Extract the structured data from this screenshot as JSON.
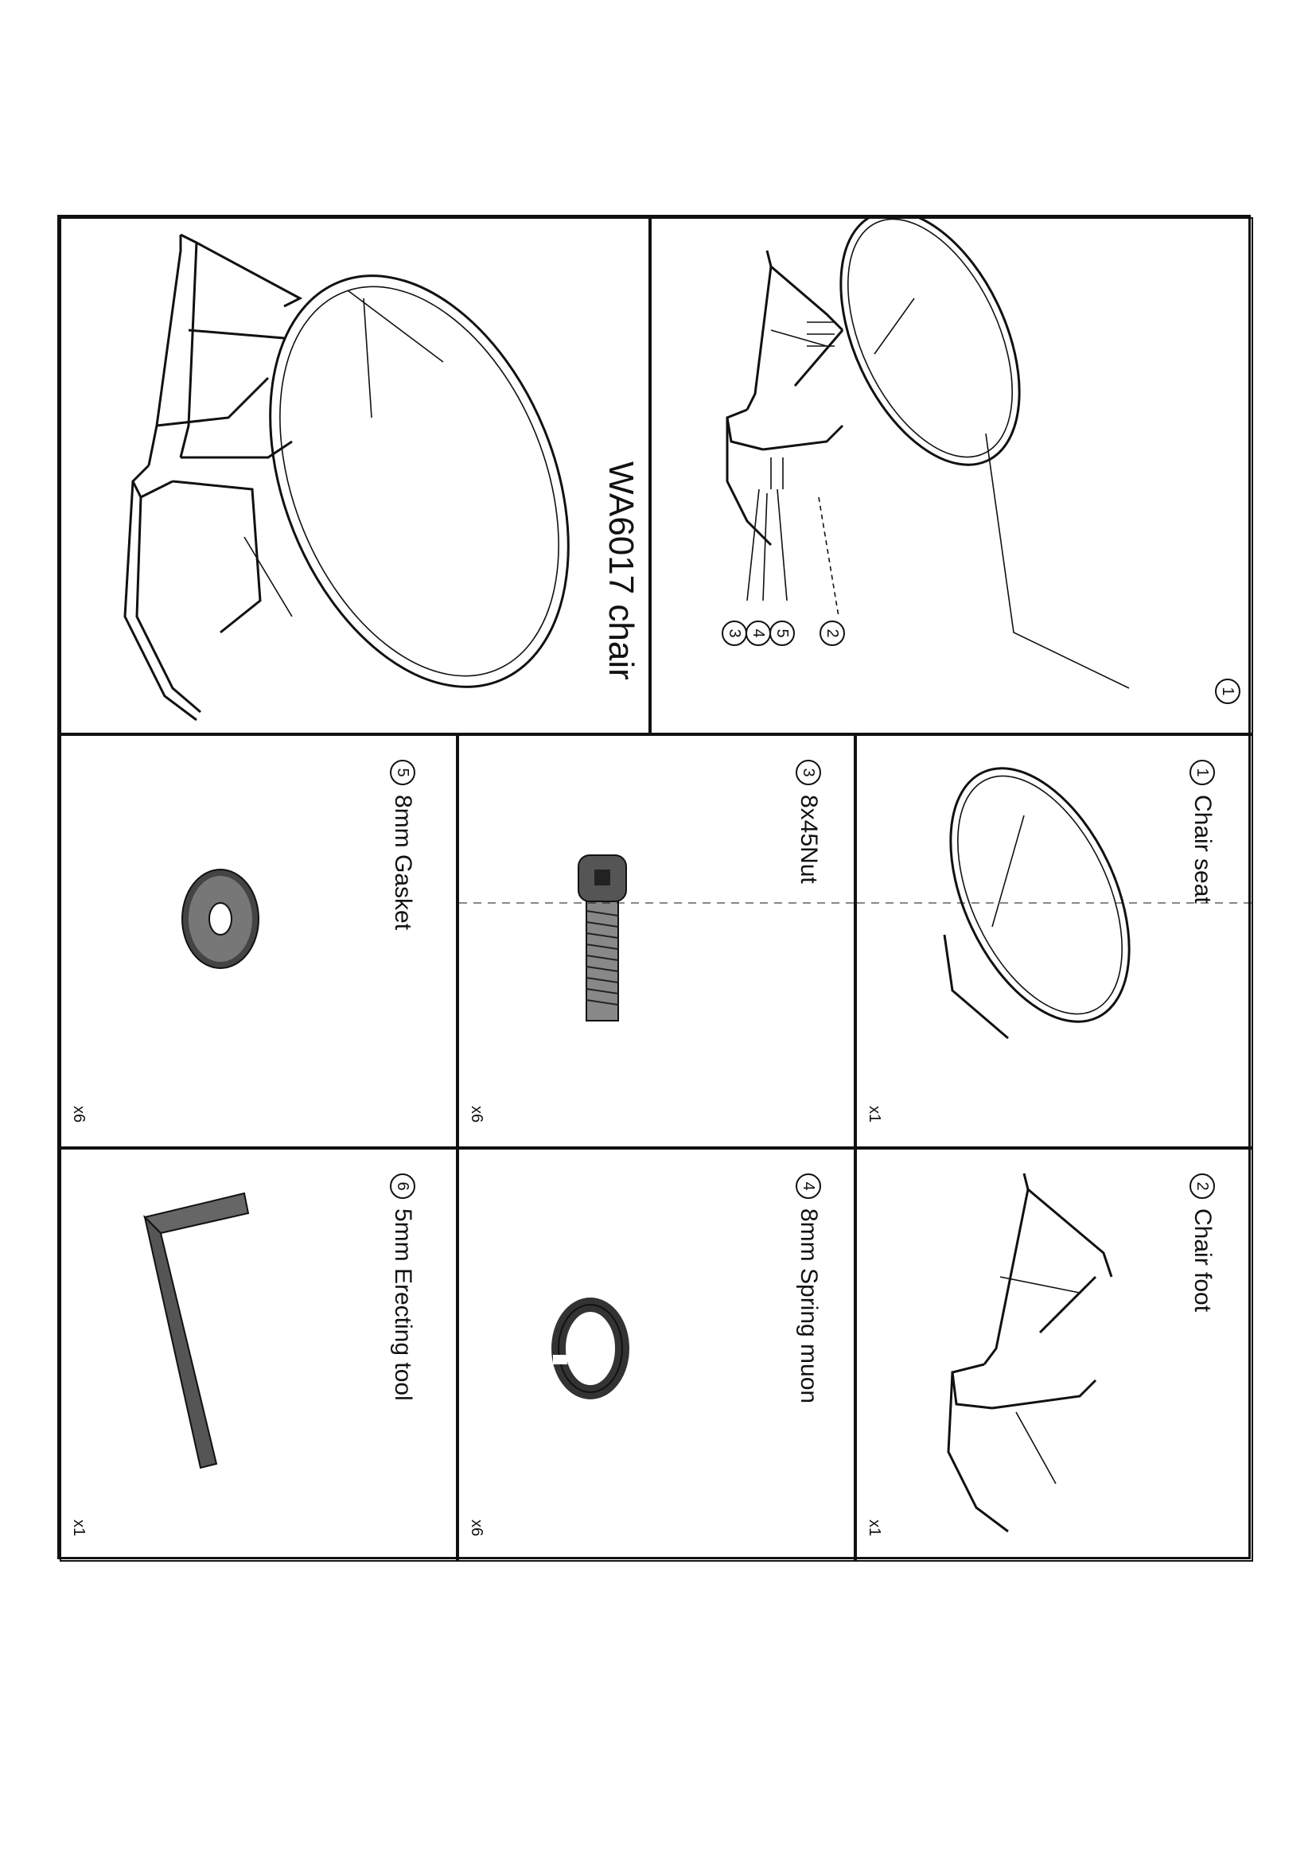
{
  "title": "WA6017 chair",
  "callouts": [
    "1",
    "2",
    "3",
    "4",
    "5"
  ],
  "parts": [
    {
      "id": "p1",
      "number": "1",
      "name": "Chair seat",
      "qty": "x1"
    },
    {
      "id": "p2",
      "number": "2",
      "name": "Chair foot",
      "qty": "x1"
    },
    {
      "id": "p3",
      "number": "3",
      "name": "8x45Nut",
      "qty": "x6"
    },
    {
      "id": "p4",
      "number": "4",
      "name": "8mm Spring muon",
      "qty": "x6"
    },
    {
      "id": "p5",
      "number": "5",
      "name": "8mm Gasket",
      "qty": "x6"
    },
    {
      "id": "p6",
      "number": "6",
      "name": "5mm Erecting tool",
      "qty": "x1"
    }
  ],
  "icons": {
    "chair_seat": "chair-seat-illustration",
    "chair_foot": "chair-foot-illustration",
    "nut": "bolt-illustration",
    "spring": "spring-washer-illustration",
    "gasket": "flat-washer-illustration",
    "tool": "hex-key-illustration"
  }
}
